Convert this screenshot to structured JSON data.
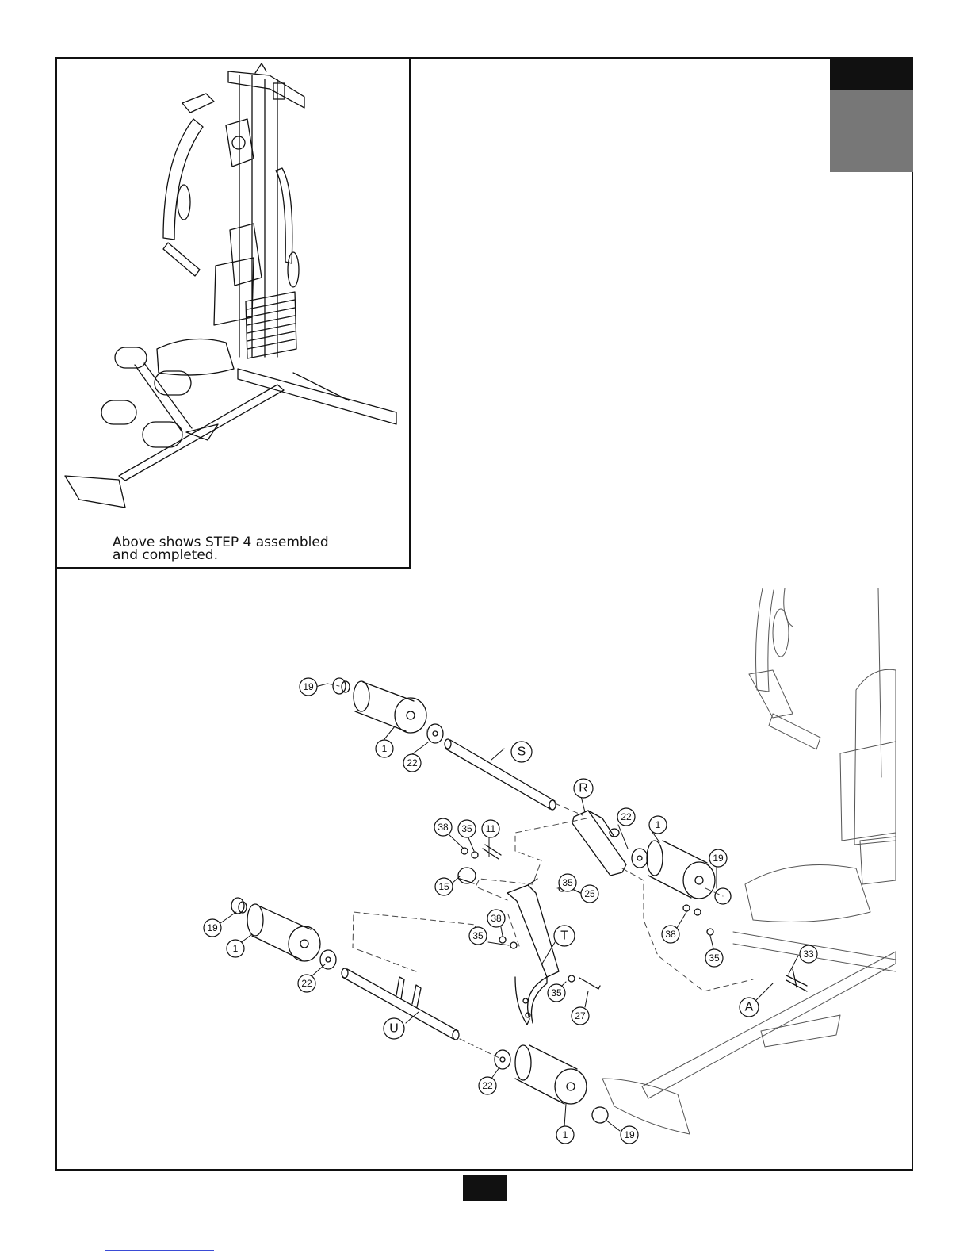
{
  "inset": {
    "caption": "Above shows STEP 4 assembled\nand completed."
  },
  "callouts": [
    {
      "id": "c19a",
      "text": "19"
    },
    {
      "id": "c1a",
      "text": "1"
    },
    {
      "id": "c22a",
      "text": "22"
    },
    {
      "id": "cS",
      "text": "S"
    },
    {
      "id": "cR",
      "text": "R"
    },
    {
      "id": "c22b",
      "text": "22"
    },
    {
      "id": "c1b",
      "text": "1"
    },
    {
      "id": "c19b",
      "text": "19"
    },
    {
      "id": "c38a",
      "text": "38"
    },
    {
      "id": "c35a",
      "text": "35"
    },
    {
      "id": "c11",
      "text": "11"
    },
    {
      "id": "c15",
      "text": "15"
    },
    {
      "id": "c35b",
      "text": "35"
    },
    {
      "id": "c25",
      "text": "25"
    },
    {
      "id": "c38b",
      "text": "38"
    },
    {
      "id": "c35c",
      "text": "35"
    },
    {
      "id": "cT",
      "text": "T"
    },
    {
      "id": "c38c",
      "text": "38"
    },
    {
      "id": "c35d",
      "text": "35"
    },
    {
      "id": "c33",
      "text": "33"
    },
    {
      "id": "cA",
      "text": "A"
    },
    {
      "id": "c19c",
      "text": "19"
    },
    {
      "id": "c1c",
      "text": "1"
    },
    {
      "id": "c22c",
      "text": "22"
    },
    {
      "id": "cU",
      "text": "U"
    },
    {
      "id": "c35e",
      "text": "35"
    },
    {
      "id": "c27",
      "text": "27"
    },
    {
      "id": "c22d",
      "text": "22"
    },
    {
      "id": "c1d",
      "text": "1"
    },
    {
      "id": "c19d",
      "text": "19"
    }
  ],
  "colors": {
    "ink": "#111111",
    "tab_dark": "#111111",
    "tab_grey": "#777777",
    "link": "#3a4bd6"
  }
}
